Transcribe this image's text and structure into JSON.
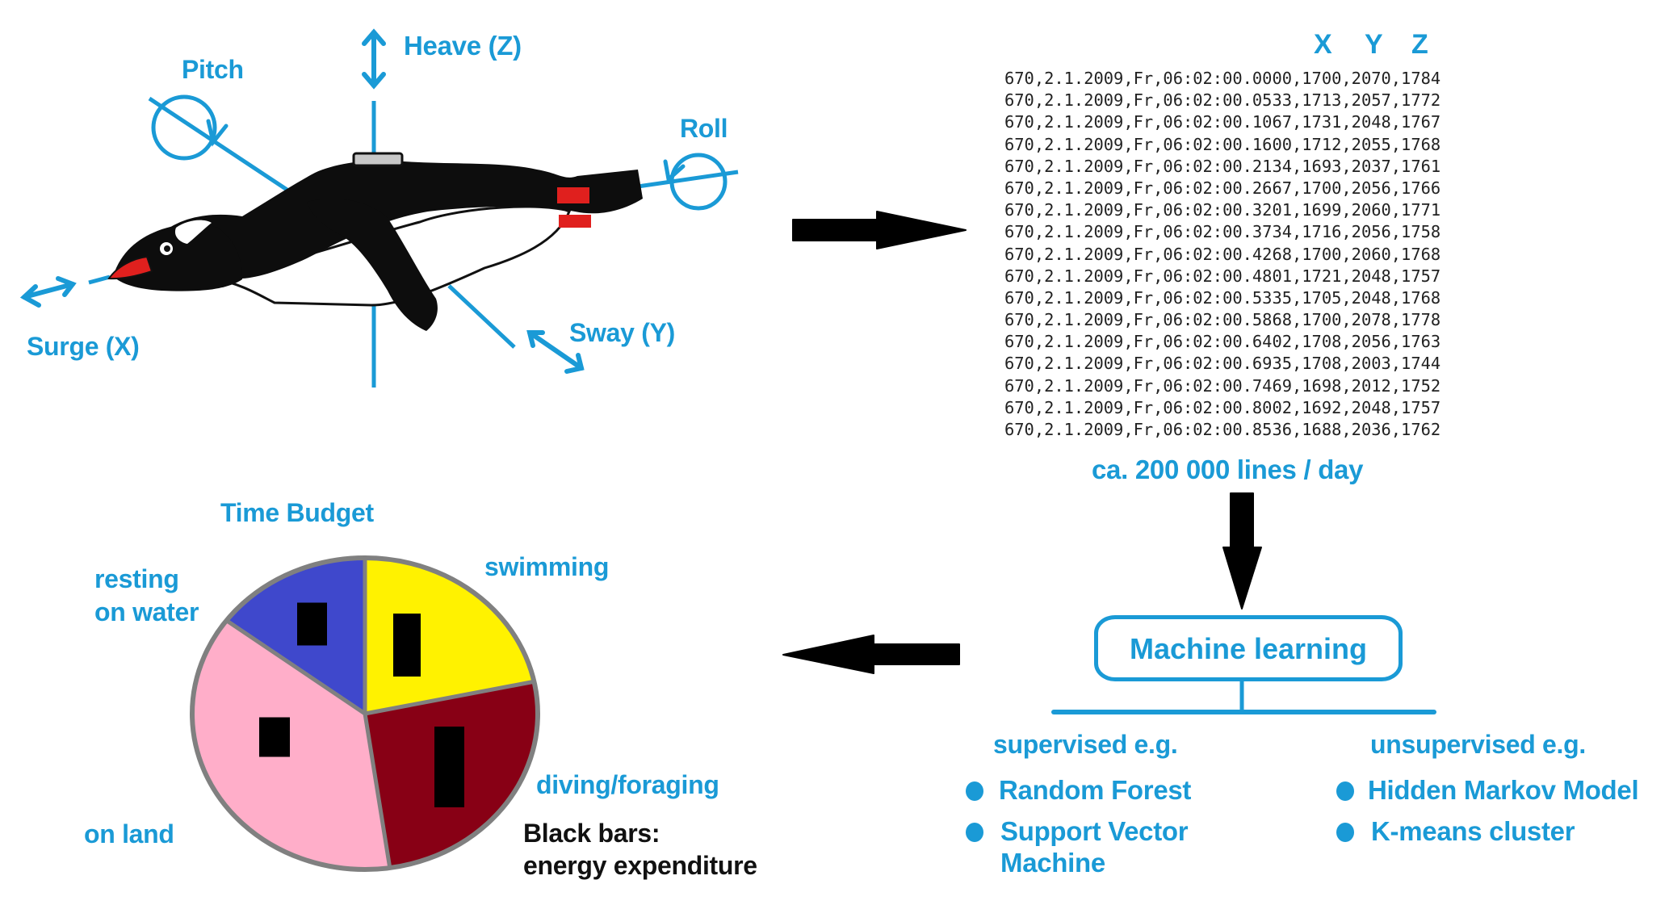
{
  "sensor_diagram": {
    "labels": {
      "heave": "Heave  (Z)",
      "pitch": "Pitch",
      "roll": "Roll",
      "surge": "Surge (X)",
      "sway": "Sway  (Y)"
    },
    "colors": {
      "axis": "#1a9ad6",
      "penguin_body": "#0a0a0a",
      "beak_feet": "#e0201e",
      "logger": "#c8c8c8"
    }
  },
  "raw_data": {
    "axis_headers": [
      "X",
      "Y",
      "Z"
    ],
    "lines": [
      "670,2.1.2009,Fr,06:02:00.0000,1700,2070,1784",
      "670,2.1.2009,Fr,06:02:00.0533,1713,2057,1772",
      "670,2.1.2009,Fr,06:02:00.1067,1731,2048,1767",
      "670,2.1.2009,Fr,06:02:00.1600,1712,2055,1768",
      "670,2.1.2009,Fr,06:02:00.2134,1693,2037,1761",
      "670,2.1.2009,Fr,06:02:00.2667,1700,2056,1766",
      "670,2.1.2009,Fr,06:02:00.3201,1699,2060,1771",
      "670,2.1.2009,Fr,06:02:00.3734,1716,2056,1758",
      "670,2.1.2009,Fr,06:02:00.4268,1700,2060,1768",
      "670,2.1.2009,Fr,06:02:00.4801,1721,2048,1757",
      "670,2.1.2009,Fr,06:02:00.5335,1705,2048,1768",
      "670,2.1.2009,Fr,06:02:00.5868,1700,2078,1778",
      "670,2.1.2009,Fr,06:02:00.6402,1708,2056,1763",
      "670,2.1.2009,Fr,06:02:00.6935,1708,2003,1744",
      "670,2.1.2009,Fr,06:02:00.7469,1698,2012,1752",
      "670,2.1.2009,Fr,06:02:00.8002,1692,2048,1757",
      "670,2.1.2009,Fr,06:02:00.8536,1688,2036,1762"
    ],
    "volume_note": "ca. 200 000 lines / day"
  },
  "machine_learning": {
    "title": "Machine learning",
    "supervised": {
      "heading": "supervised e.g.",
      "items": [
        "Random Forest",
        "Support Vector",
        "Machine"
      ]
    },
    "unsupervised": {
      "heading": "unsupervised e.g.",
      "items": [
        "Hidden Markov Model",
        "K-means cluster"
      ]
    }
  },
  "chart_data": {
    "type": "pie",
    "title": "Time Budget",
    "categories": [
      "swimming",
      "diving/foraging",
      "on land",
      "resting on water"
    ],
    "values": [
      21.7,
      26.0,
      37.5,
      14.8
    ],
    "colors": [
      "#fff200",
      "#880015",
      "#ffaec9",
      "#3f48cc"
    ],
    "start": "12 o'clock, clockwise",
    "energy_expenditure_relative": [
      78,
      100,
      49,
      53
    ],
    "labels": {
      "resting_line1": "resting",
      "resting_line2": "on water",
      "swimming": "swimming",
      "diving": "diving/foraging",
      "on_land": "on land"
    },
    "annotation_line1": "Black bars:",
    "annotation_line2": "energy expenditure",
    "outline_color": "#808080"
  }
}
